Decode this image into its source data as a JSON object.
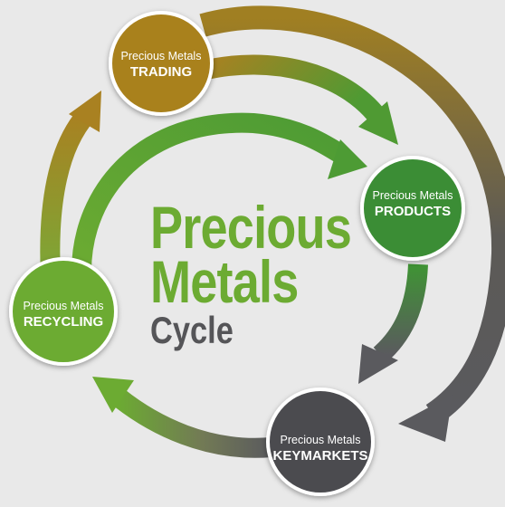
{
  "title": {
    "line1": "Precious",
    "line2": "Metals",
    "line3": "Cycle"
  },
  "nodes": [
    {
      "id": "trading",
      "prefix": "Precious Metals",
      "name": "TRADING",
      "color": "#a9811f"
    },
    {
      "id": "products",
      "prefix": "Precious Metals",
      "name": "PRODUCTS",
      "color": "#3a8d36"
    },
    {
      "id": "keymarkets",
      "prefix": "Precious Metals",
      "name": "KEYMARKETS",
      "color": "#4b4b4f"
    },
    {
      "id": "recycling",
      "prefix": "Precious Metals",
      "name": "RECYCLING",
      "color": "#6cab32"
    }
  ],
  "colors": {
    "background": "#e9e9e9",
    "title_green": "#6cab32",
    "title_dark": "#555558",
    "gold": "#a9811f",
    "green": "#6cab32",
    "gray": "#5a5a5e"
  }
}
